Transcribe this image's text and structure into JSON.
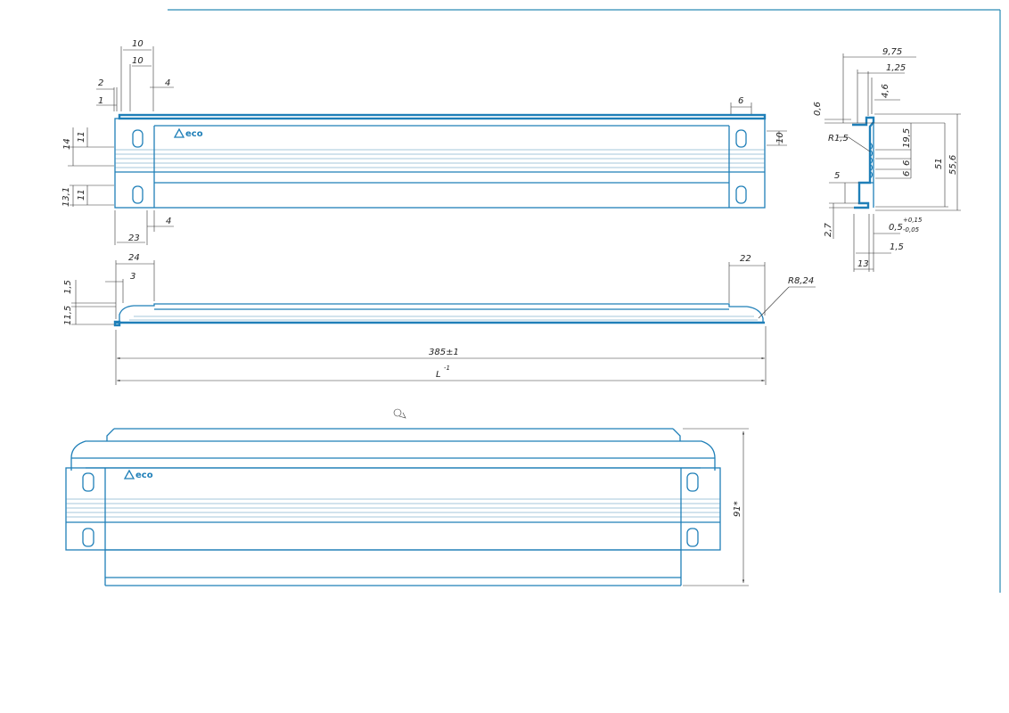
{
  "brand": {
    "logo_text": "eco"
  },
  "dims": {
    "d10_top": "10",
    "d10": "10",
    "d2": "2",
    "d1": "1",
    "d4_top": "4",
    "d6_right": "6",
    "d14": "14",
    "d11_upper": "11",
    "d10_right": "10",
    "d13_1": "13,1",
    "d11_lower": "11",
    "d4_bottom": "4",
    "d23": "23",
    "d24": "24",
    "d3": "3",
    "d22": "22",
    "d1_5_side": "1,5",
    "d11_5": "11,5",
    "r8_24": "R8,24",
    "d385": "385±1",
    "dL": "L",
    "dL_sup": "-1",
    "d9_75": "9,75",
    "d1_25": "1,25",
    "d4_6": "4,6",
    "d0_6": "0,6",
    "r1_5": "R1,5",
    "d19_5": "19,5",
    "d6_a": "6",
    "d6_b": "6",
    "d51": "51",
    "d55_6": "55,6",
    "d5": "5",
    "d2_7": "2,7",
    "d0_5": "0,5",
    "d0_5_up": "+0,15",
    "d0_5_low": "-0,05",
    "d1_5_prof": "1,5",
    "d13": "13",
    "d91": "91*"
  }
}
